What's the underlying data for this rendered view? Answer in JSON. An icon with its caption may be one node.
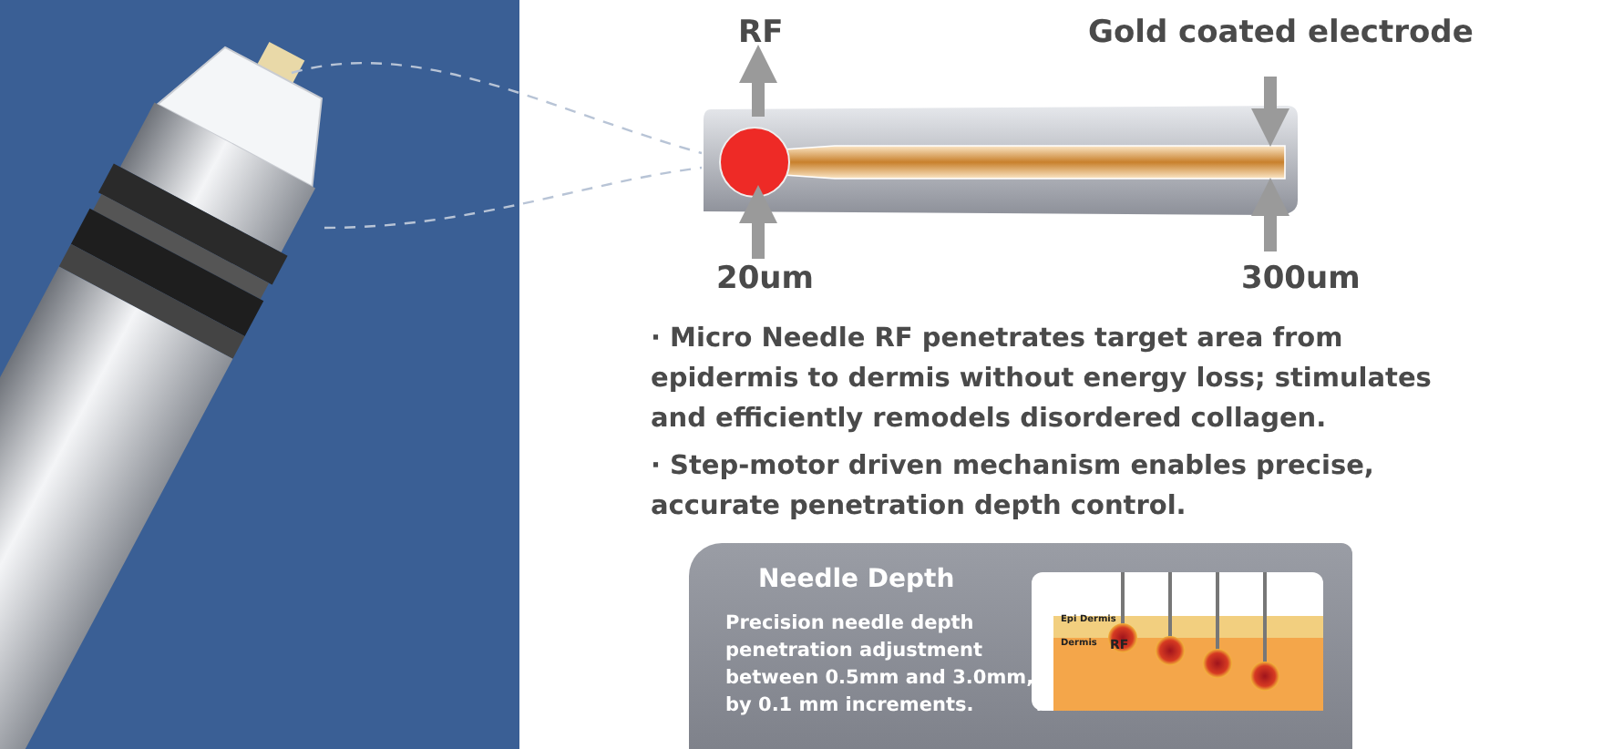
{
  "diagram": {
    "nodes": [
      {
        "text": [
          "Needle Depth",
          "Precision needle depth penetration adjustment between 0.5mm and 3.0mm, by 0.1 mm increments."
        ]
      }
    ],
    "labels": [
      "RF",
      "Gold coated electrode",
      "20um",
      "300um",
      "· Micro Needle RF penetrates target area from epidermis to dermis without energy loss; stimulates and efficiently remodels disordered collagen.",
      "· Step-motor driven mechanism enables precise, accurate penetration depth control.",
      "Epi Dermis",
      "Dermis",
      "RF"
    ]
  }
}
